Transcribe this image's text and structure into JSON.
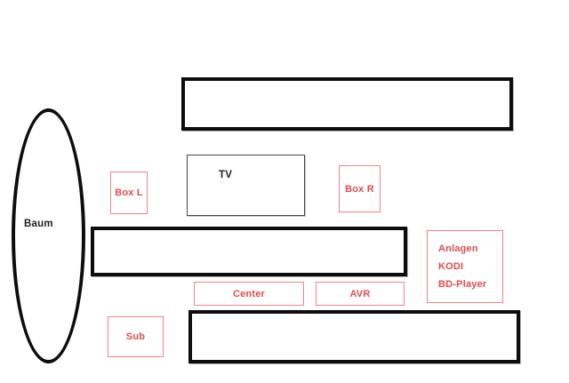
{
  "diagram": {
    "title": "speaker-room-layout-sketch",
    "background": "#ffffff",
    "colors": {
      "red_border": "#f18484",
      "red_text": "#e24b4f",
      "ink": "#0d0d0d",
      "tv_border": "#464646",
      "text_black": "#1f1f1f"
    },
    "nodes": {
      "baum": {
        "shape": "ellipse",
        "label": "Baum",
        "stroke": "black"
      },
      "top_board": {
        "shape": "rect",
        "stroke": "black-thick"
      },
      "box_l": {
        "shape": "rect",
        "label": "Box L",
        "stroke": "red"
      },
      "tv": {
        "shape": "rect",
        "label": "TV",
        "stroke": "thin-dark"
      },
      "box_r": {
        "shape": "rect",
        "label": "Box R",
        "stroke": "red"
      },
      "mid_board": {
        "shape": "rect",
        "stroke": "black-thick"
      },
      "anlagen": {
        "shape": "rect",
        "stroke": "red",
        "lines": [
          "Anlagen",
          "KODI",
          "BD-Player"
        ]
      },
      "center": {
        "shape": "rect",
        "label": "Center",
        "stroke": "red"
      },
      "avr": {
        "shape": "rect",
        "label": "AVR",
        "stroke": "red"
      },
      "sub": {
        "shape": "rect",
        "label": "Sub",
        "stroke": "red"
      },
      "bottom_board": {
        "shape": "rect",
        "stroke": "black-thick"
      }
    }
  }
}
